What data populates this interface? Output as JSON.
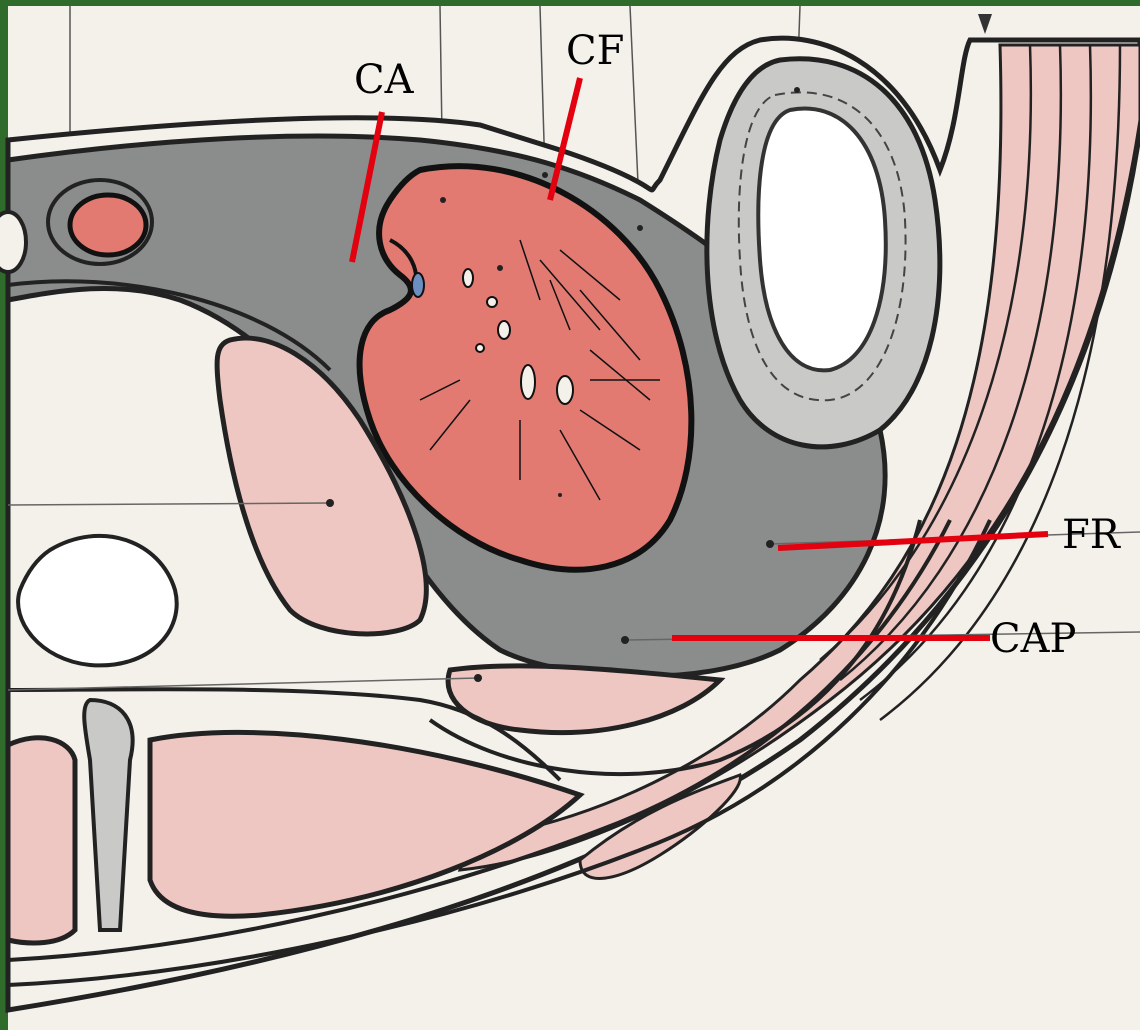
{
  "labels": {
    "ca": "CA",
    "cf": "CF",
    "fr": "FR",
    "cap": "CAP"
  },
  "colors": {
    "frame": "#2f6b2a",
    "paper": "#f3f1ea",
    "fat": "#8a8d8b",
    "fat_light": "#c9c9c7",
    "kidney": "#e27a72",
    "muscle": "#eec6c2",
    "muscle_dark": "#e3a5a0",
    "outline": "#222222",
    "pointer": "#e3000f"
  }
}
